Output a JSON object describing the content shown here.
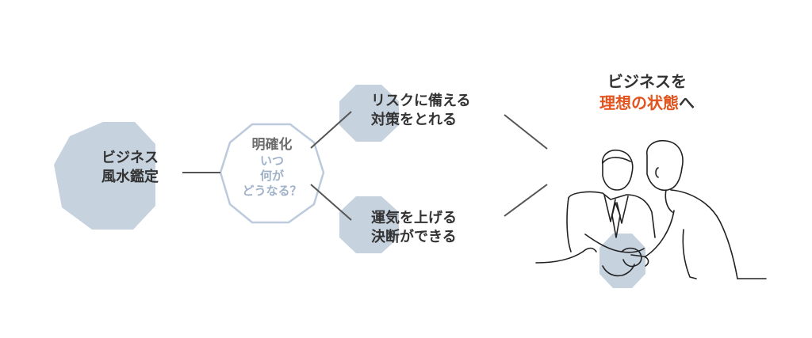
{
  "diagram": {
    "node_kantei": {
      "line1": "ビジネス",
      "line2": "風水鑑定"
    },
    "node_meikaku": {
      "title": "明確化",
      "line1": "いつ",
      "line2": "何が",
      "line3": "どうなる？"
    },
    "node_risk": {
      "line1": "リスクに備える",
      "line2": "対策をとれる"
    },
    "node_unki": {
      "line1": "運気を上げる",
      "line2": "決断ができる"
    },
    "goal": {
      "line1": "ビジネスを",
      "line2_highlight": "理想の状態",
      "line2_suffix": "へ"
    }
  },
  "colors": {
    "hex_fill": "#c7d2df",
    "hex_outline": "#bccadb",
    "connector": "#555555",
    "text": "#333333",
    "sub_text": "#9fb1c9",
    "highlight": "#e2531d"
  }
}
